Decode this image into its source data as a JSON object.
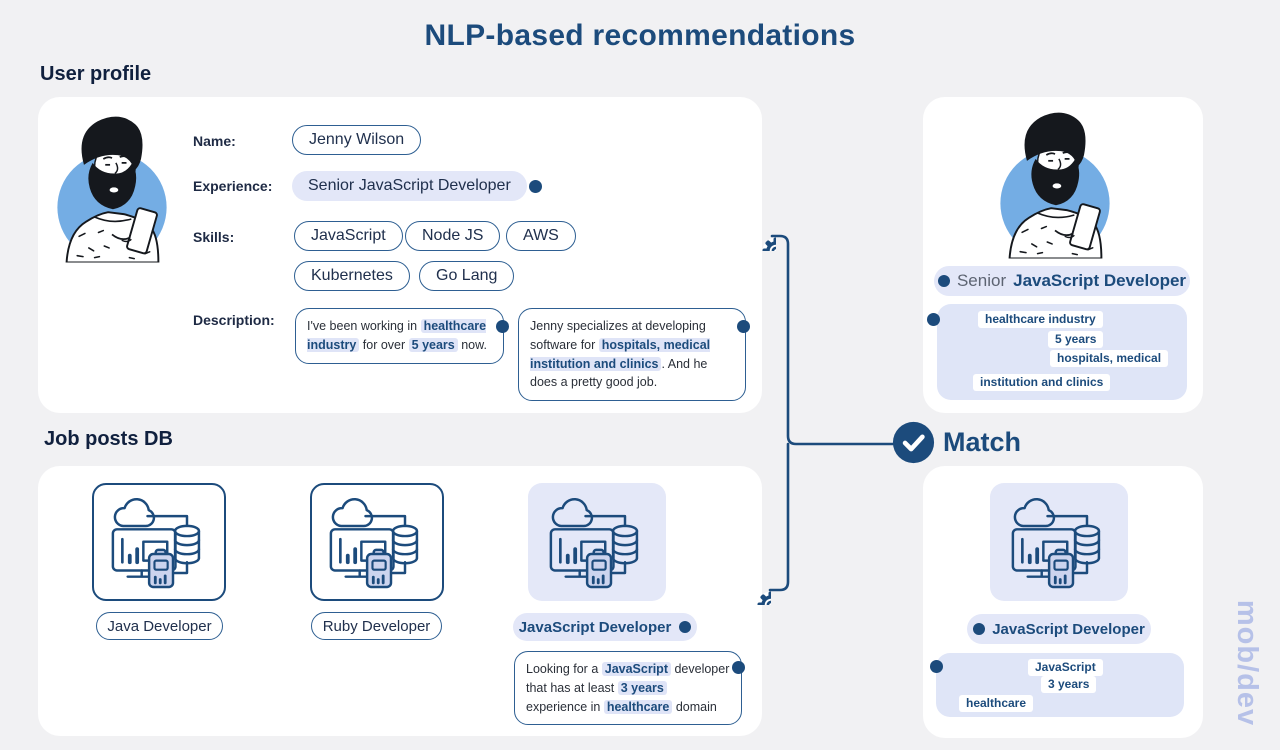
{
  "header": {
    "title": "NLP-based recommendations"
  },
  "sections": {
    "user_profile": "User profile",
    "job_posts": "Job posts DB"
  },
  "colors": {
    "navy": "#1c4b7c",
    "lavender": "#e3e7f8",
    "avatar_blue": "#74ade4",
    "background": "#f1f1f3",
    "watermark": "#b6c1e8"
  },
  "user": {
    "labels": {
      "name": "Name:",
      "experience": "Experience:",
      "skills": "Skills:",
      "description": "Description:"
    },
    "name": "Jenny Wilson",
    "experience": "Senior JavaScript Developer",
    "skills": [
      "JavaScript",
      "Node JS",
      "AWS",
      "Kubernetes",
      "Go Lang"
    ],
    "description_1": [
      {
        "t": "I've been working in ",
        "h": 0
      },
      {
        "t": "healthcare industry",
        "h": 1
      },
      {
        "t": " for over ",
        "h": 0
      },
      {
        "t": "5 years",
        "h": 1
      },
      {
        "t": " now.",
        "h": 0
      }
    ],
    "description_2": [
      {
        "t": "Jenny specializes at developing software for ",
        "h": 0
      },
      {
        "t": "hospitals, medical institution and clinics",
        "h": 1
      },
      {
        "t": ". And he does a pretty good job.",
        "h": 0
      }
    ]
  },
  "jobs": {
    "items": [
      {
        "label": "Java Developer"
      },
      {
        "label": "Ruby Developer"
      },
      {
        "label": "JavaScript Developer"
      }
    ],
    "description": [
      {
        "t": "Looking for a ",
        "h": 0
      },
      {
        "t": "JavaScript",
        "h": 1
      },
      {
        "t": " developer that has at least ",
        "h": 0
      },
      {
        "t": "3 years",
        "h": 1
      },
      {
        "t": " experience in ",
        "h": 0
      },
      {
        "t": "healthcare",
        "h": 1
      },
      {
        "t": " domain",
        "h": 0
      }
    ]
  },
  "match": {
    "label": "Match"
  },
  "result_profile": {
    "prefix": "Senior ",
    "role": "JavaScript Developer",
    "keywords": [
      "healthcare industry",
      "5 years",
      "hospitals, medical",
      "institution and clinics"
    ]
  },
  "result_job": {
    "role": "JavaScript Developer",
    "keywords": [
      "JavaScript",
      "3 years",
      "healthcare"
    ]
  },
  "watermark": "mob/dev"
}
